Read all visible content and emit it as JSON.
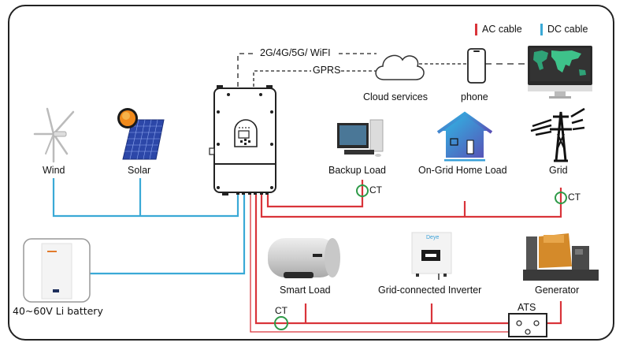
{
  "legend": {
    "ac_label": "AC cable",
    "dc_label": "DC cable",
    "ac_color": "#d9343a",
    "dc_color": "#3aa9d6"
  },
  "comm": {
    "wifi_label": "2G/4G/5G/ WiFI",
    "gprs_label": "GPRS",
    "cloud_label": "Cloud services",
    "phone_label": "phone"
  },
  "sources": {
    "wind_label": "Wind",
    "solar_label": "Solar",
    "battery_label": "40~60V Li battery"
  },
  "loads": {
    "backup_label": "Backup Load",
    "home_label": "On-Grid Home Load",
    "grid_label": "Grid",
    "smart_label": "Smart Load",
    "gridtie_label": "Grid-connected Inverter",
    "generator_label": "Generator",
    "gridtie_brand": "Deye"
  },
  "ct_labels": {
    "backup_ct": "CT",
    "grid_ct": "CT",
    "smart_ct": "CT"
  },
  "ats_label": "ATS",
  "colors": {
    "ct_ring": "#2e9a48",
    "frame": "#222222"
  }
}
